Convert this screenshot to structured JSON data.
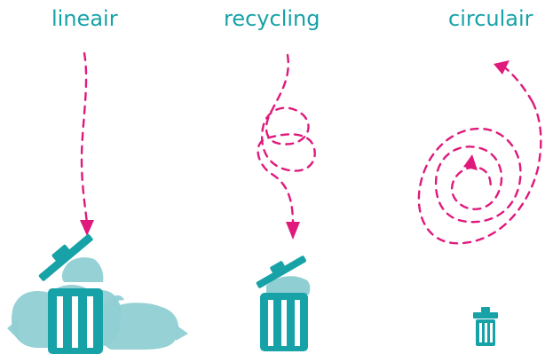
{
  "colors": {
    "arrow": "#e0197d",
    "bin": "#17a2a7",
    "bin_light": "#8fcfd3",
    "title": "#17a2a7"
  },
  "columns": [
    {
      "key": "lineair",
      "label": "lineair",
      "icon": "trash-bin-icon"
    },
    {
      "key": "recycling",
      "label": "recycling",
      "icon": "trash-bin-icon"
    },
    {
      "key": "circulair",
      "label": "circulair",
      "icon": "trash-bin-icon"
    }
  ]
}
